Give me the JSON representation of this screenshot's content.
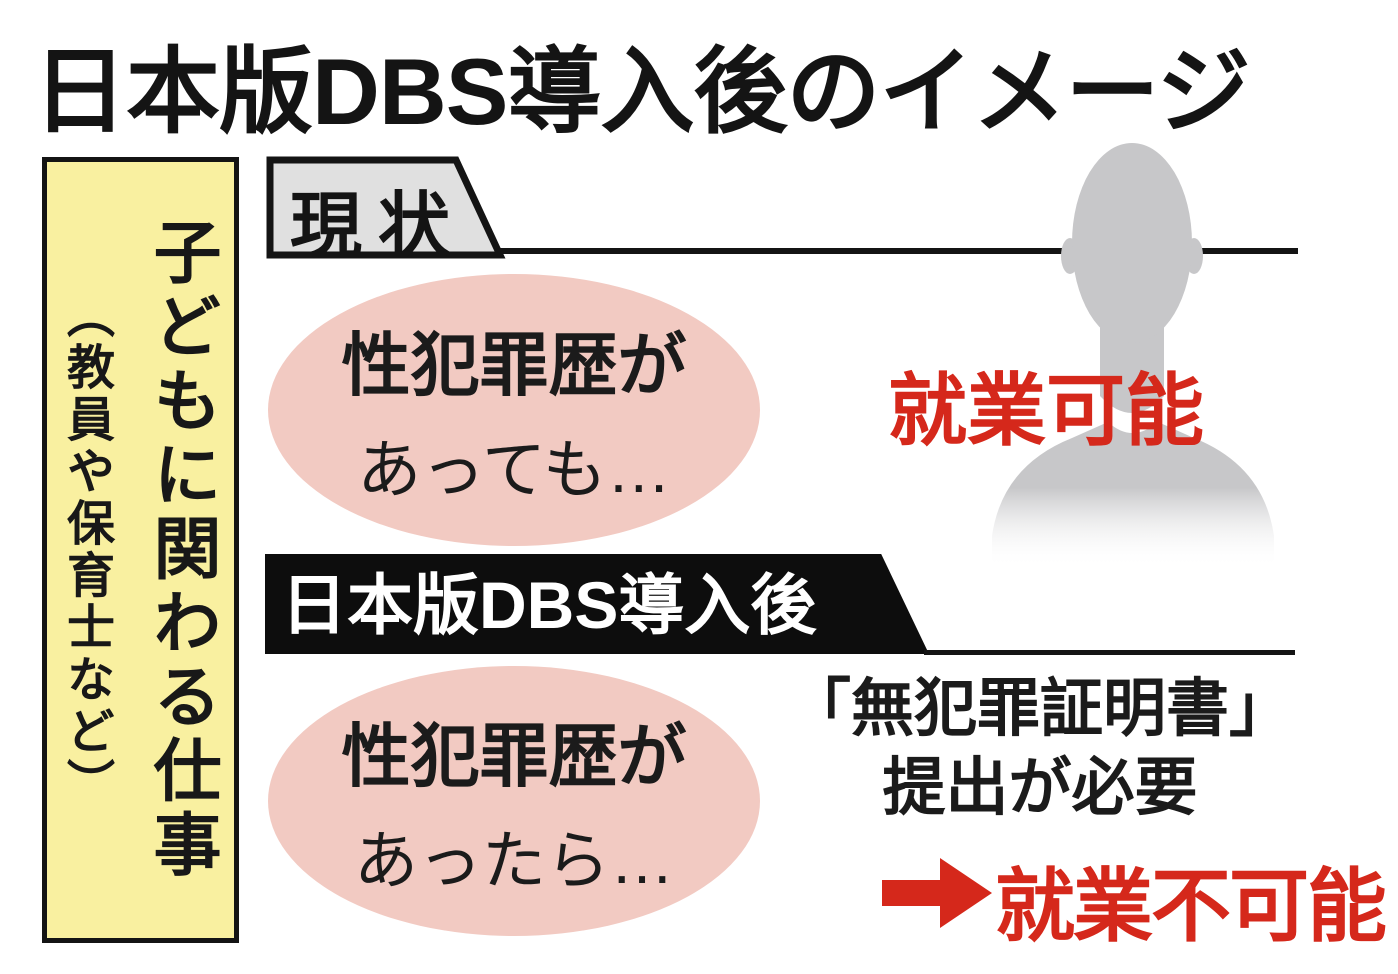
{
  "title": "日本版DBS導入後のイメージ",
  "sidebar": {
    "main_label": "子どもに関わる仕事",
    "sub_label": "（教員や保育士など）"
  },
  "current": {
    "tab_label": "現状",
    "bubble_line1": "性犯罪歴が",
    "bubble_line2": "あっても…",
    "result_label": "就業可能"
  },
  "after_dbs": {
    "tab_label": "日本版DBS導入後",
    "bubble_line1": "性犯罪歴が",
    "bubble_line2": "あったら…",
    "requirement_line1": "「無犯罪証明書」",
    "requirement_line2": "提出が必要",
    "result_label": "就業不可能"
  },
  "icons": {
    "person_silhouette": "person-silhouette-icon",
    "arrow_right": "arrow-right-icon"
  },
  "colors": {
    "sidebar_bg": "#f9f0a0",
    "bubble_pink": "#f2cac2",
    "tab_gray_bg": "#e0e0e0",
    "tab_black_bg": "#0d0d0d",
    "accent_red": "#d5281b",
    "silhouette_gray": "#c7c7c9",
    "text_black": "#141414"
  }
}
